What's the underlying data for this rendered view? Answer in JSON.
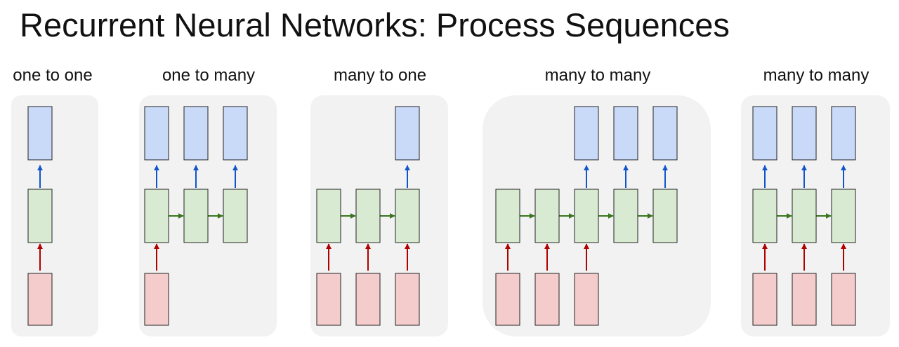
{
  "title": "Recurrent Neural Networks: Process Sequences",
  "panels": [
    {
      "label": "one to one",
      "inputs": [
        1
      ],
      "hidden": [
        1
      ],
      "outputs": [
        1
      ]
    },
    {
      "label": "one to many",
      "inputs": [
        1
      ],
      "hidden": [
        1,
        2,
        3
      ],
      "outputs": [
        1,
        2,
        3
      ]
    },
    {
      "label": "many to one",
      "inputs": [
        1,
        2,
        3
      ],
      "hidden": [
        1,
        2,
        3
      ],
      "outputs": [
        3
      ]
    },
    {
      "label": "many to many",
      "inputs": [
        1,
        2,
        3
      ],
      "hidden": [
        1,
        2,
        3,
        4,
        5
      ],
      "outputs": [
        3,
        4,
        5
      ]
    },
    {
      "label": "many to many",
      "inputs": [
        1,
        2,
        3
      ],
      "hidden": [
        1,
        2,
        3
      ],
      "outputs": [
        1,
        2,
        3
      ]
    }
  ],
  "colors": {
    "panel_bg": "#f2f2f2",
    "input_fill": "#f4cccc",
    "hidden_fill": "#d9ead3",
    "output_fill": "#c9daf8",
    "input_arrow": "#b00000",
    "recurrent_arrow": "#38761d",
    "output_arrow": "#1155cc"
  }
}
